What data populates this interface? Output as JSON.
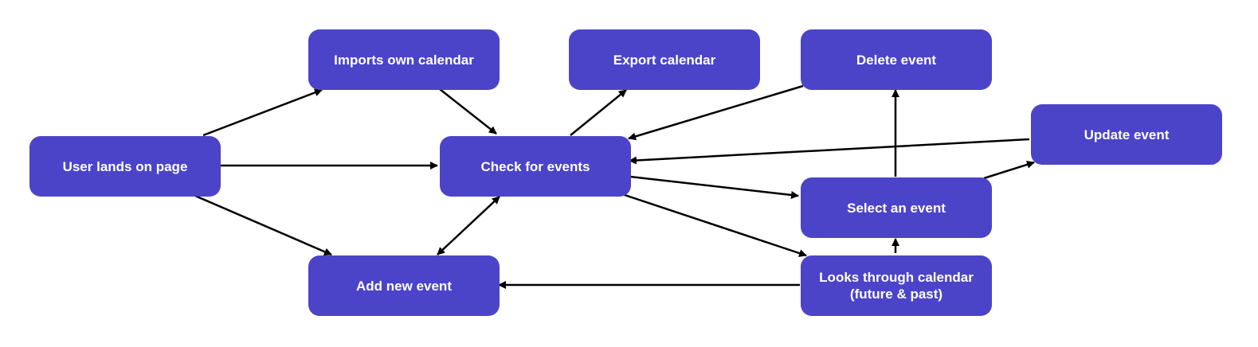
{
  "diagram": {
    "colors": {
      "node_fill": "#4c44c8",
      "node_text": "#ffffff",
      "edge": "#000000"
    },
    "nodes": {
      "user_lands": {
        "label": "User lands on page"
      },
      "imports": {
        "label": "Imports own calendar"
      },
      "check": {
        "label": "Check for events"
      },
      "export": {
        "label": "Export calendar"
      },
      "delete": {
        "label": "Delete event"
      },
      "update": {
        "label": "Update event"
      },
      "select": {
        "label": "Select an event"
      },
      "add": {
        "label": "Add new event"
      },
      "looks": {
        "label": "Looks through calendar\n(future & past)"
      }
    },
    "edges": [
      {
        "from": "user_lands",
        "to": "imports"
      },
      {
        "from": "user_lands",
        "to": "check"
      },
      {
        "from": "user_lands",
        "to": "add"
      },
      {
        "from": "imports",
        "to": "check"
      },
      {
        "from": "check",
        "to": "export"
      },
      {
        "from": "delete",
        "to": "check"
      },
      {
        "from": "update",
        "to": "check"
      },
      {
        "from": "check",
        "to": "select"
      },
      {
        "from": "check",
        "to": "looks"
      },
      {
        "from": "check",
        "to": "add",
        "bidirectional": true
      },
      {
        "from": "select",
        "to": "delete"
      },
      {
        "from": "select",
        "to": "update"
      },
      {
        "from": "looks",
        "to": "select"
      },
      {
        "from": "looks",
        "to": "add"
      }
    ]
  }
}
